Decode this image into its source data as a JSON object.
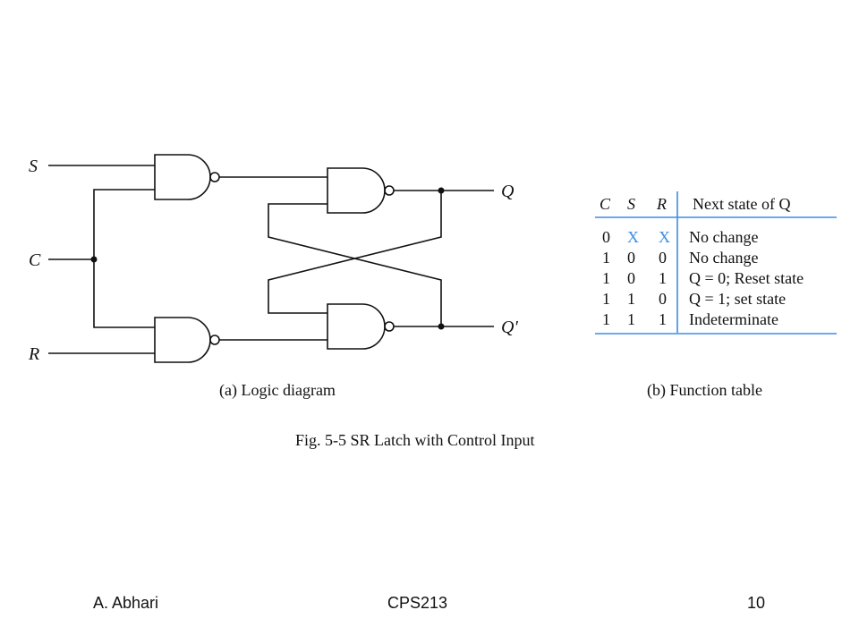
{
  "diagram": {
    "inputs": {
      "s": "S",
      "c": "C",
      "r": "R"
    },
    "outputs": {
      "q": "Q",
      "q_prime": "Q′"
    },
    "logic_caption": "(a) Logic diagram",
    "table_caption": "(b) Function table",
    "figure_caption": "Fig. 5-5  SR Latch with Control Input"
  },
  "function_table": {
    "headers": {
      "c": "C",
      "s": "S",
      "r": "R",
      "next": "Next state of Q"
    },
    "rows": [
      {
        "c": "0",
        "s": "X",
        "r": "X",
        "next": "No change"
      },
      {
        "c": "1",
        "s": "0",
        "r": "0",
        "next": "No change"
      },
      {
        "c": "1",
        "s": "0",
        "r": "1",
        "next": "Q = 0; Reset state"
      },
      {
        "c": "1",
        "s": "1",
        "r": "0",
        "next": "Q = 1; set state"
      },
      {
        "c": "1",
        "s": "1",
        "r": "1",
        "next": "Indeterminate"
      }
    ],
    "colors": {
      "rule": "#3a8ee6",
      "dont_care": "#3a8ee6",
      "text": "#111111"
    }
  },
  "footer": {
    "author": "A. Abhari",
    "course": "CPS213",
    "page_number": "10"
  }
}
